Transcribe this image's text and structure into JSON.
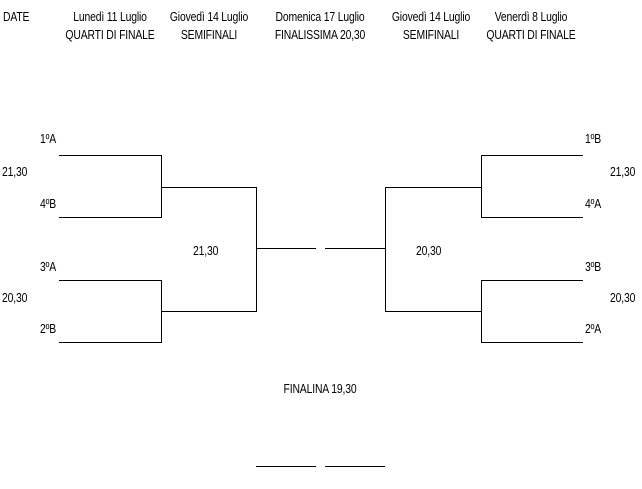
{
  "header": {
    "date_label": "DATE",
    "columns": [
      {
        "day": "Lunedì 11 Luglio",
        "phase": "QUARTI DI FINALE"
      },
      {
        "day": "Giovedì 14 Luglio",
        "phase": "SEMIFINALI"
      },
      {
        "day": "Domenica 17 Luglio",
        "phase": "FINALISSIMA 20,30"
      },
      {
        "day": "Giovedì 14 Luglio",
        "phase": "SEMIFINALI"
      },
      {
        "day": "Venerdì 8 Luglio",
        "phase": "QUARTI DI FINALE"
      }
    ]
  },
  "left": {
    "match1": {
      "team_a": "1ºA",
      "team_b": "4ºB",
      "time": "21,30"
    },
    "match2": {
      "team_a": "3ºA",
      "team_b": "2ºB",
      "time": "20,30"
    },
    "semi_time": "21,30"
  },
  "right": {
    "match1": {
      "team_a": "1ºB",
      "team_b": "4ºA",
      "time": "21,30"
    },
    "match2": {
      "team_a": "3ºB",
      "team_b": "2ºA",
      "time": "20,30"
    },
    "semi_time": "20,30"
  },
  "finalina": {
    "label": "FINALINA 19,30"
  }
}
